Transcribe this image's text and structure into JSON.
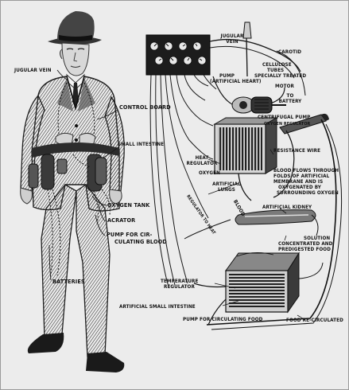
{
  "figure": {
    "labels": {
      "jugular_vein_left": "JUGULAR VEIN",
      "control_board": "CONTROL BOARD",
      "small_intestine": "SMALL INTESTINE",
      "oxygen_tank": "OXYGEN TANK",
      "acrator": "ACRATOR",
      "pump_circulating_blood_1": "PUMP FOR CIR-",
      "pump_circulating_blood_2": "CULATING BLOOD",
      "batteries": "BATTERIES",
      "jugular_vein_right_1": "JUGULAR",
      "jugular_vein_right_2": "VEIN",
      "carotid": "CAROTID",
      "pump_artificial_heart_1": "PUMP",
      "pump_artificial_heart_2": "(ARTIFICIAL HEART)",
      "cellulose_tubes_1": "CELLULOSE",
      "cellulose_tubes_2": "TUBES",
      "cellulose_tubes_3": "SPECIALLY TREATED",
      "motor": "MOTOR",
      "to_battery_1": "TO",
      "to_battery_2": "BATTERY",
      "centrifugal_pump": "CENTRIFUGAL PUMP",
      "oxygen_regulator": "OXYGEN REGULATOR",
      "resistance_wire": "RESISTANCE WIRE",
      "heat_regulator_1": "HEAT",
      "heat_regulator_2": "REGULATOR",
      "oxygen": "OXYGEN",
      "artificial_lungs_1": "ARTIFICIAL",
      "artificial_lungs_2": "LUNGS",
      "blood_flows_1": "BLOOD FLOWS THROUGH",
      "blood_flows_2": "FOLDS OF ARTIFICIAL",
      "blood_flows_3": "MEMBRANE AND IS",
      "blood_flows_4": "OXYGENATED BY",
      "blood_flows_5": "SURROUNDING OXYGEN",
      "regulator_to_heat": "REGULATOR TO HEAT",
      "blood": "BLOOD",
      "artificial_kidney": "ARTIFICIAL KIDNEY",
      "solution": "SOLUTION",
      "concentrated_food_1": "CONCENTRATED AND",
      "concentrated_food_2": "PREDIGESTED FOOD",
      "temperature_regulator_1": "TEMPERATURE",
      "temperature_regulator_2": "REGULATOR",
      "artificial_small_intestine": "ARTIFICIAL SMALL INTESTINE",
      "pump_circulating_food": "PUMP FOR CIRCULATING FOOD",
      "food_recirculated": "FOOD RE-CIRCULATED"
    }
  }
}
